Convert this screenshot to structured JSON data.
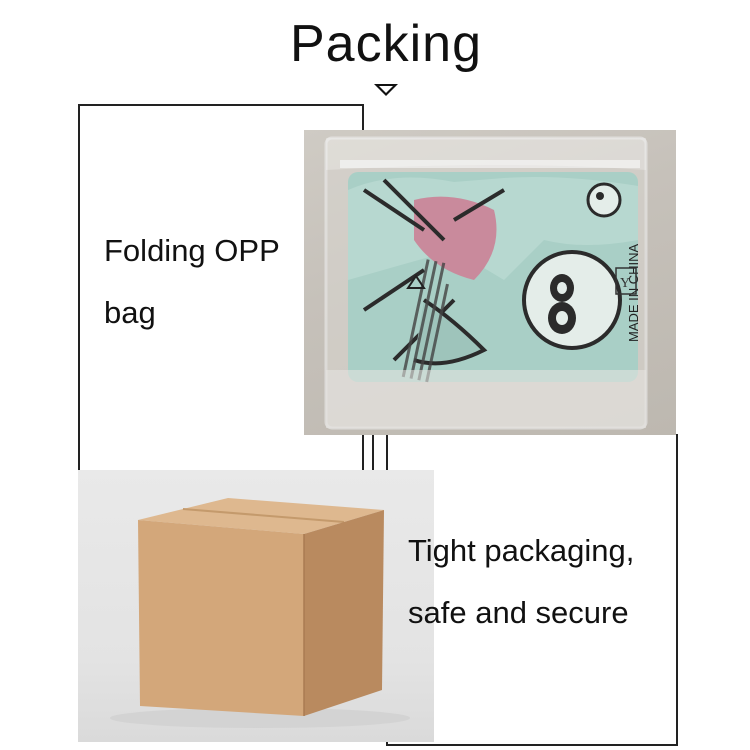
{
  "header": {
    "title": "Packing",
    "arrow_icon": "down-triangle-icon"
  },
  "bag_section": {
    "label_line1": "Folding OPP",
    "label_line2": "bag",
    "photo": {
      "icon": "opp-bag-photo",
      "print_text": "MADE IN CHINA",
      "print_mark": "Y"
    }
  },
  "box_section": {
    "label_line1": "Tight packaging,",
    "label_line2": "safe and secure",
    "photo": {
      "icon": "cardboard-box-photo"
    }
  },
  "colors": {
    "line": "#222222",
    "box_front": "#d3a77a",
    "box_top": "#deb88f",
    "box_side": "#b98a5f",
    "bag_print_teal": "#8fc6c2",
    "bag_print_pink": "#c9889a"
  }
}
